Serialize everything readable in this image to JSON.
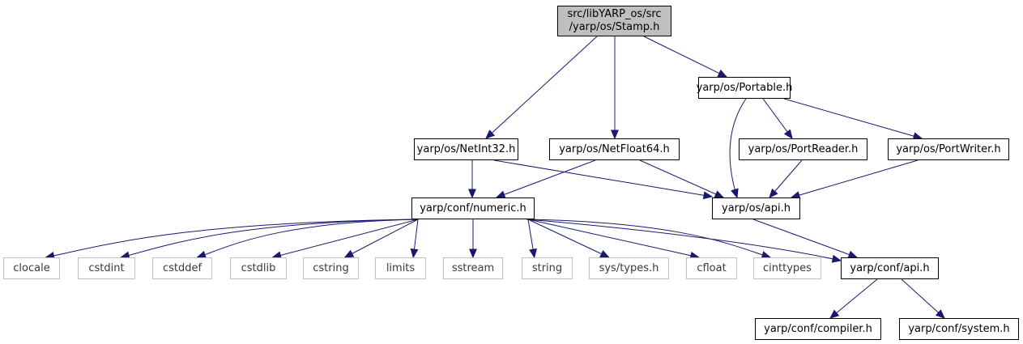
{
  "graph": {
    "edge_color": "#191970",
    "root_fill": "#bfbfbf",
    "nodes": {
      "stamp": {
        "lines": [
          "src/libYARP_os/src",
          "/yarp/os/Stamp.h"
        ],
        "kind": "root"
      },
      "portable": {
        "lines": [
          "yarp/os/Portable.h"
        ],
        "kind": "internal"
      },
      "netint32": {
        "lines": [
          "yarp/os/NetInt32.h"
        ],
        "kind": "internal"
      },
      "netfloat64": {
        "lines": [
          "yarp/os/NetFloat64.h"
        ],
        "kind": "internal"
      },
      "portreader": {
        "lines": [
          "yarp/os/PortReader.h"
        ],
        "kind": "internal"
      },
      "portwriter": {
        "lines": [
          "yarp/os/PortWriter.h"
        ],
        "kind": "internal"
      },
      "numeric": {
        "lines": [
          "yarp/conf/numeric.h"
        ],
        "kind": "internal"
      },
      "osapi": {
        "lines": [
          "yarp/os/api.h"
        ],
        "kind": "internal"
      },
      "clocale": {
        "lines": [
          "clocale"
        ],
        "kind": "external"
      },
      "cstdint": {
        "lines": [
          "cstdint"
        ],
        "kind": "external"
      },
      "cstddef": {
        "lines": [
          "cstddef"
        ],
        "kind": "external"
      },
      "cstdlib": {
        "lines": [
          "cstdlib"
        ],
        "kind": "external"
      },
      "cstring": {
        "lines": [
          "cstring"
        ],
        "kind": "external"
      },
      "limits": {
        "lines": [
          "limits"
        ],
        "kind": "external"
      },
      "sstream": {
        "lines": [
          "sstream"
        ],
        "kind": "external"
      },
      "string": {
        "lines": [
          "string"
        ],
        "kind": "external"
      },
      "systypes": {
        "lines": [
          "sys/types.h"
        ],
        "kind": "external"
      },
      "cfloat": {
        "lines": [
          "cfloat"
        ],
        "kind": "external"
      },
      "cinttypes": {
        "lines": [
          "cinttypes"
        ],
        "kind": "external"
      },
      "confapi": {
        "lines": [
          "yarp/conf/api.h"
        ],
        "kind": "internal"
      },
      "compiler": {
        "lines": [
          "yarp/conf/compiler.h"
        ],
        "kind": "internal"
      },
      "system": {
        "lines": [
          "yarp/conf/system.h"
        ],
        "kind": "internal"
      }
    },
    "edges": [
      [
        "stamp",
        "netint32"
      ],
      [
        "stamp",
        "netfloat64"
      ],
      [
        "stamp",
        "portable"
      ],
      [
        "portable",
        "osapi"
      ],
      [
        "portable",
        "portreader"
      ],
      [
        "portable",
        "portwriter"
      ],
      [
        "netint32",
        "numeric"
      ],
      [
        "netint32",
        "osapi"
      ],
      [
        "netfloat64",
        "numeric"
      ],
      [
        "netfloat64",
        "osapi"
      ],
      [
        "portreader",
        "osapi"
      ],
      [
        "portwriter",
        "osapi"
      ],
      [
        "osapi",
        "confapi"
      ],
      [
        "numeric",
        "clocale"
      ],
      [
        "numeric",
        "cstdint"
      ],
      [
        "numeric",
        "cstddef"
      ],
      [
        "numeric",
        "cstdlib"
      ],
      [
        "numeric",
        "cstring"
      ],
      [
        "numeric",
        "limits"
      ],
      [
        "numeric",
        "sstream"
      ],
      [
        "numeric",
        "string"
      ],
      [
        "numeric",
        "systypes"
      ],
      [
        "numeric",
        "cfloat"
      ],
      [
        "numeric",
        "cinttypes"
      ],
      [
        "numeric",
        "confapi"
      ],
      [
        "confapi",
        "compiler"
      ],
      [
        "confapi",
        "system"
      ]
    ]
  }
}
